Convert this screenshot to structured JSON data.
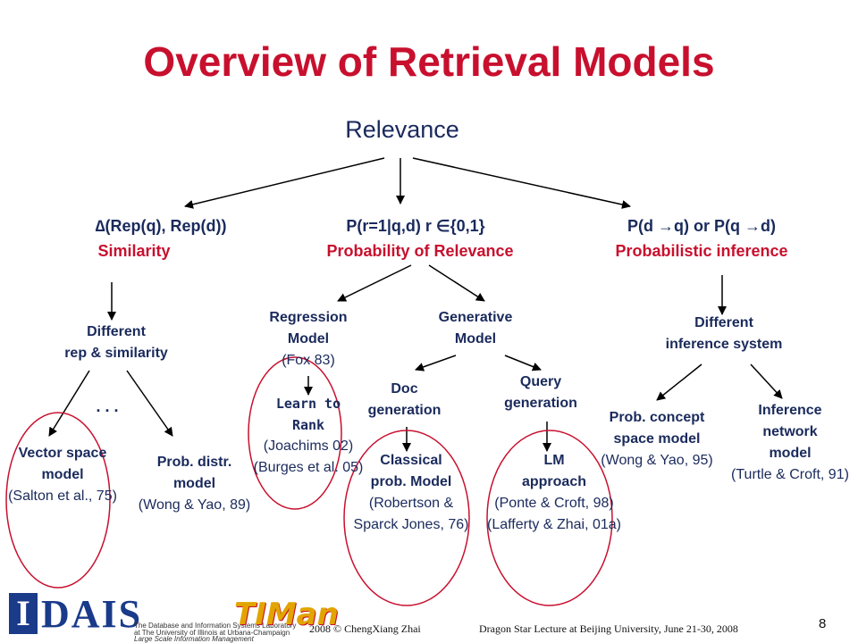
{
  "title": "Overview of Retrieval Models",
  "root": "Relevance",
  "level1": {
    "sim_formula": "∆(Rep(q), Rep(d))",
    "sim_label": "Similarity",
    "prob_formula": "P(r=1|q,d)   r ∈{0,1}",
    "prob_label": "Probability of Relevance",
    "infer_formula": "P(d →q) or P(q →d)",
    "infer_label": "Probabilistic inference"
  },
  "nodes": {
    "diff_rep": [
      "Different",
      "rep &  similarity"
    ],
    "ellipsis": ". . .",
    "regression": [
      "Regression",
      "Model"
    ],
    "regression_cite": "(Fox 83)",
    "generative": [
      "Generative",
      "Model"
    ],
    "diff_infer": [
      "Different",
      "inference system"
    ],
    "doc_gen": [
      "Doc",
      "generation"
    ],
    "query_gen": [
      "Query",
      "generation"
    ],
    "learn_rank": [
      "Learn to",
      "Rank"
    ],
    "learn_rank_cite": [
      "(Joachims 02)",
      "(Burges et al. 05)"
    ],
    "vector": [
      "Vector space",
      "model"
    ],
    "vector_cite": "(Salton et al., 75)",
    "prob_distr": [
      "Prob. distr.",
      "model"
    ],
    "prob_distr_cite": "(Wong & Yao, 89)",
    "classical": [
      "Classical",
      "prob. Model"
    ],
    "classical_cite": [
      "(Robertson &",
      "Sparck Jones, 76)"
    ],
    "lm": [
      "LM",
      "approach"
    ],
    "lm_cite": [
      "(Ponte & Croft, 98)",
      "(Lafferty & Zhai, 01a)"
    ],
    "prob_concept": [
      "Prob. concept",
      "space model"
    ],
    "prob_concept_cite": "(Wong & Yao, 95)",
    "inference_net": [
      "Inference",
      "network",
      "model"
    ],
    "inference_net_cite": "(Turtle & Croft, 91)"
  },
  "footer": {
    "logo_letter": "I",
    "logo_word": "DAIS",
    "logo_sub1": "The Database and Information Systems Laboratory",
    "logo_sub2": "at The University of Illinois at Urbana-Champaign",
    "logo_sub3": "Large Scale Information Management",
    "timan": "TIMan",
    "copyright": "2008 © ChengXiang Zhai",
    "lecture": "Dragon Star Lecture at Beijing University, June 21-30, 2008",
    "page": "8"
  }
}
